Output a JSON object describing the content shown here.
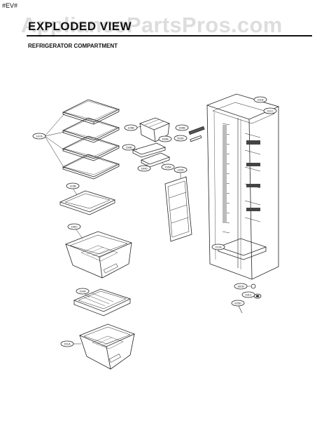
{
  "header": {
    "code": "#EV#",
    "title": "EXPLODED VIEW",
    "subtitle": "REFRIGERATOR COMPARTMENT"
  },
  "watermark": {
    "text": "AppliancePartsPros.com"
  },
  "callouts": [
    {
      "id": "shelf-set",
      "text": "147A"
    },
    {
      "id": "shelf-frame",
      "text": "115B"
    },
    {
      "id": "crisper-upper",
      "text": "156C"
    },
    {
      "id": "cover-rail",
      "text": "154A"
    },
    {
      "id": "crisper-lower",
      "text": "151A"
    },
    {
      "id": "egg-tray",
      "text": "125B"
    },
    {
      "id": "guide-a",
      "text": "150B"
    },
    {
      "id": "guide-b",
      "text": "155A"
    },
    {
      "id": "screw-a",
      "text": "160B"
    },
    {
      "id": "screw-b",
      "text": "160D"
    },
    {
      "id": "bar-a",
      "text": "159B"
    },
    {
      "id": "bar-b",
      "text": "503D"
    },
    {
      "id": "panel",
      "text": "120D"
    },
    {
      "id": "case-top-a",
      "text": "211B"
    },
    {
      "id": "case-top-b",
      "text": "211C"
    },
    {
      "id": "case-low",
      "text": "212A"
    },
    {
      "id": "hinge-a",
      "text": "281B"
    },
    {
      "id": "hinge-b",
      "text": "291C"
    },
    {
      "id": "hinge-c",
      "text": "625D"
    }
  ]
}
